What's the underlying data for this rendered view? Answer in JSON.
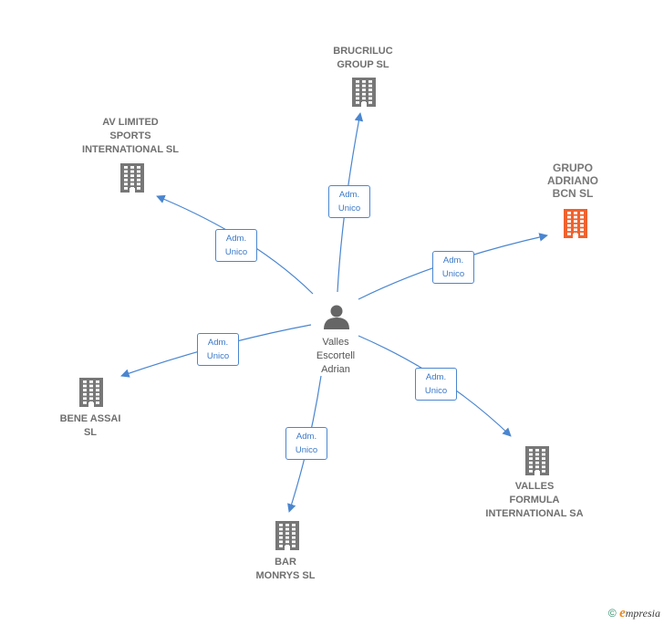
{
  "center": {
    "name": "Valles\nEscortell\nAdrian",
    "icon": "person-icon",
    "color": "#666666"
  },
  "companies": [
    {
      "id": "brucriluc",
      "name": "BRUCRILUC\nGROUP  SL",
      "icon": "building-icon",
      "color": "#777777"
    },
    {
      "id": "av-limited",
      "name": "AV LIMITED\nSPORTS\nINTERNATIONAL SL",
      "icon": "building-icon",
      "color": "#777777"
    },
    {
      "id": "grupo-adriano",
      "name": "GRUPO\nADRIANO\nBCN  SL",
      "icon": "building-icon",
      "color": "#f0622d"
    },
    {
      "id": "bene-assai",
      "name": "BENE ASSAI\nSL",
      "icon": "building-icon",
      "color": "#777777"
    },
    {
      "id": "valles-formula",
      "name": "VALLES\nFORMULA\nINTERNATIONAL SA",
      "icon": "building-icon",
      "color": "#777777"
    },
    {
      "id": "bar-monrys",
      "name": "BAR\nMONRYS  SL",
      "icon": "building-icon",
      "color": "#777777"
    }
  ],
  "edges": [
    {
      "to": "brucriluc",
      "line1": "Adm.",
      "line2": "Unico"
    },
    {
      "to": "av-limited",
      "line1": "Adm.",
      "line2": "Unico"
    },
    {
      "to": "grupo-adriano",
      "line1": "Adm.",
      "line2": "Unico"
    },
    {
      "to": "bene-assai",
      "line1": "Adm.",
      "line2": "Unico"
    },
    {
      "to": "valles-formula",
      "line1": "Adm.",
      "line2": "Unico"
    },
    {
      "to": "bar-monrys",
      "line1": "Adm.",
      "line2": "Unico"
    }
  ],
  "edge_color": "#4a86d0",
  "footer": {
    "copyright": "©",
    "brand_initial": "e",
    "brand_rest": "mpresia"
  }
}
